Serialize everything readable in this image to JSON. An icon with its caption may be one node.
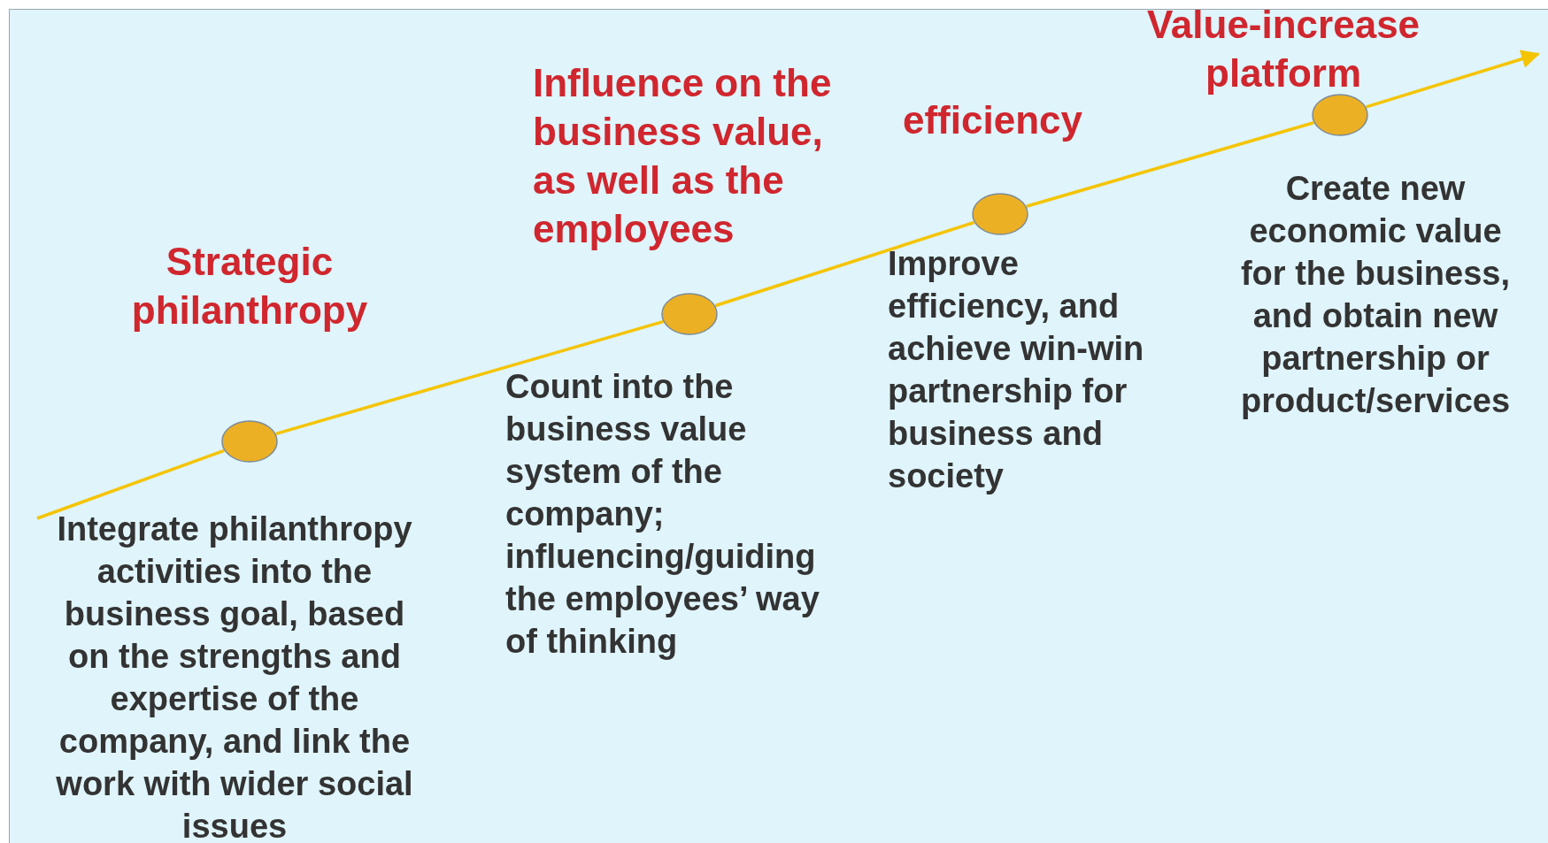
{
  "diagram": {
    "nodes": [
      {
        "text": [],
        "shape": "circle",
        "beside": [
          "Strategic philanthropy",
          "Integrate philanthropy activities into the business goal, based on the strengths and expertise of the company, and link the work with wider social issues"
        ]
      },
      {
        "text": [],
        "shape": "circle",
        "beside": [
          "Influence on the business value, as well as the employees",
          "Count into the business value system of the company; influencing/guiding the employees’ way of thinking"
        ]
      },
      {
        "text": [],
        "shape": "circle",
        "beside": [
          "efficiency",
          "Improve efficiency, and achieve win-win partnership for business and society"
        ]
      },
      {
        "text": [],
        "shape": "circle",
        "beside": [
          "Value-increase platform",
          "Create new economic value for the business, and obtain new partnership or product/services"
        ]
      }
    ],
    "edges": [
      {
        "from": null,
        "to": 0,
        "arrow": "none"
      },
      {
        "from": 0,
        "to": 1,
        "arrow": "none"
      },
      {
        "from": 1,
        "to": 2,
        "arrow": "none"
      },
      {
        "from": 2,
        "to": 3,
        "arrow": "none"
      },
      {
        "from": 3,
        "to": null,
        "arrow": "to"
      }
    ]
  }
}
